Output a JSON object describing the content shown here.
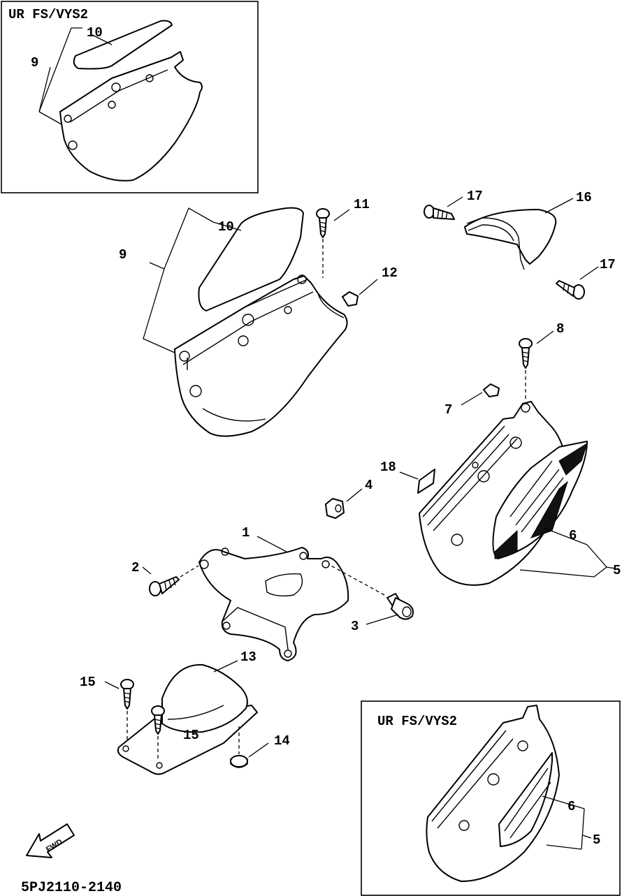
{
  "diagram": {
    "drawing_code": "5PJ2110-2140",
    "fwd_label": "FWD",
    "insets": [
      {
        "title": "UR FS/VYS2"
      },
      {
        "title": "UR FS/VYS2"
      }
    ],
    "callouts": {
      "c1": "1",
      "c2": "2",
      "c3": "3",
      "c4": "4",
      "c5": "5",
      "c6": "6",
      "c7": "7",
      "c8": "8",
      "c9": "9",
      "c10": "10",
      "c11": "11",
      "c12": "12",
      "c13": "13",
      "c14": "14",
      "c15a": "15",
      "c15b": "15",
      "c16": "16",
      "c17a": "17",
      "c17b": "17",
      "c18": "18",
      "inset1_9": "9",
      "inset1_10": "10",
      "inset2_5": "5",
      "inset2_6": "6"
    }
  }
}
